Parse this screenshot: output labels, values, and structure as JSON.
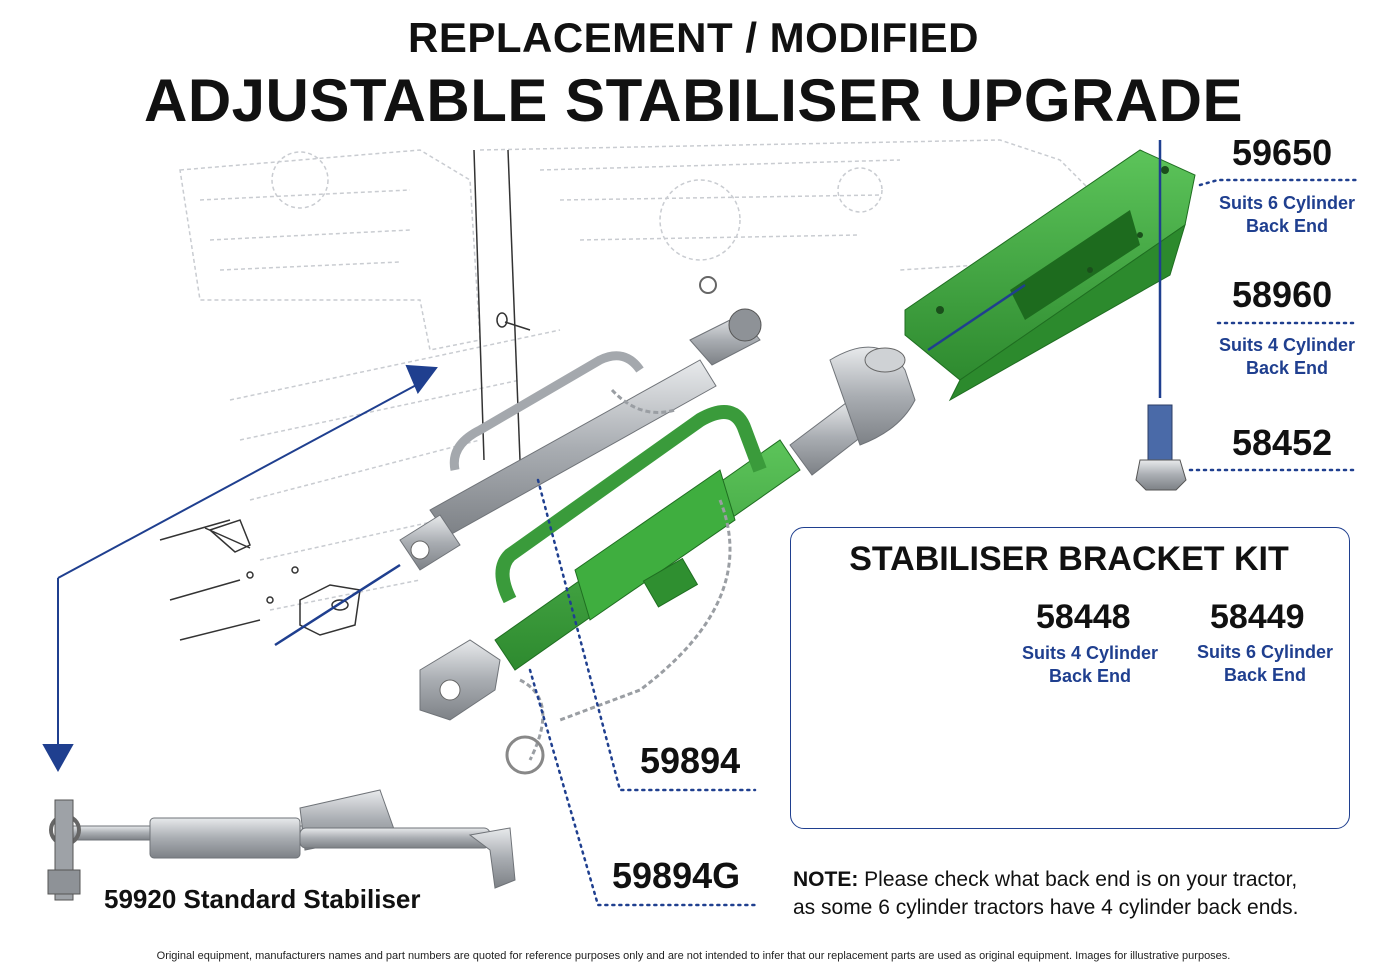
{
  "header": {
    "line1": "REPLACEMENT / MODIFIED",
    "line2": "ADJUSTABLE STABILISER UPGRADE"
  },
  "parts": {
    "p59650": {
      "number": "59650",
      "desc1": "Suits 6 Cylinder",
      "desc2": "Back End"
    },
    "p58960": {
      "number": "58960",
      "desc1": "Suits 4 Cylinder",
      "desc2": "Back End"
    },
    "p58452": {
      "number": "58452"
    },
    "p59894": {
      "number": "59894"
    },
    "p59894g": {
      "number": "59894G"
    }
  },
  "standard": {
    "label": "59920 Standard Stabiliser"
  },
  "kit": {
    "title": "STABILISER BRACKET KIT",
    "k58448": {
      "number": "58448",
      "desc1": "Suits 4 Cylinder",
      "desc2": "Back End"
    },
    "k58449": {
      "number": "58449",
      "desc1": "Suits 6 Cylinder",
      "desc2": "Back End"
    }
  },
  "note": {
    "label": "NOTE:",
    "line1": "Please check what back end is on your tractor,",
    "line2": "as some 6 cylinder tractors have 4 cylinder back ends."
  },
  "footer": "Original equipment, manufacturers names and part numbers are quoted for reference purposes only and are not intended to infer that our replacement parts are used as original equipment. Images for illustrative purposes.",
  "colors": {
    "accent": "#1f3f8f",
    "green": "#3da83d",
    "steel": "#b9bcc0"
  }
}
